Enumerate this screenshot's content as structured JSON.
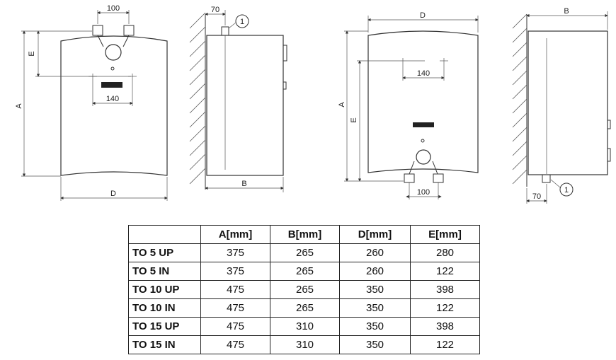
{
  "drawing": {
    "view1": {
      "dim_top": "100",
      "dim_left_outer": "A",
      "dim_left_inner": "E",
      "dim_inner": "140",
      "dim_bottom": "D"
    },
    "view2": {
      "dim_top": "70",
      "callout": "1",
      "dim_bottom": "B"
    },
    "view3": {
      "dim_top": "D",
      "dim_left_outer": "A",
      "dim_left_inner": "E",
      "dim_inner": "140",
      "dim_bottom": "100"
    },
    "view4": {
      "dim_top": "B",
      "dim_bottom": "70",
      "callout": "1"
    }
  },
  "table": {
    "headers": [
      "",
      "A[mm]",
      "B[mm]",
      "D[mm]",
      "E[mm]"
    ],
    "rows": [
      [
        "TO 5 UP",
        "375",
        "265",
        "260",
        "280"
      ],
      [
        "TO 5 IN",
        "375",
        "265",
        "260",
        "122"
      ],
      [
        "TO 10 UP",
        "475",
        "265",
        "350",
        "398"
      ],
      [
        "TO 10 IN",
        "475",
        "265",
        "350",
        "122"
      ],
      [
        "TO 15 UP",
        "475",
        "310",
        "350",
        "398"
      ],
      [
        "TO 15 IN",
        "475",
        "310",
        "350",
        "122"
      ]
    ]
  }
}
